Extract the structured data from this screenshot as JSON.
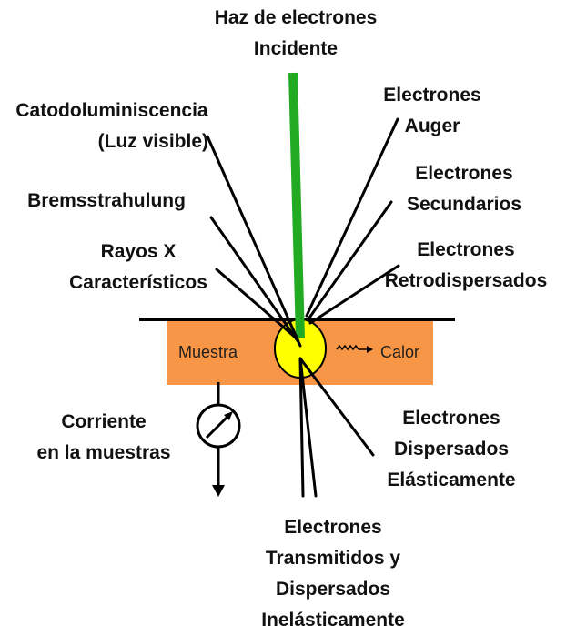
{
  "labels": {
    "beam": [
      "Haz de electrones",
      "Incidente"
    ],
    "auger": [
      "Electrones",
      "Auger"
    ],
    "cathodo": [
      "Catodoluminiscencia",
      "(Luz visible)"
    ],
    "secondary": [
      "Electrones",
      "Secundarios"
    ],
    "brems": [
      "Bremsstrahulung"
    ],
    "xray": [
      "Rayos X",
      "Característicos"
    ],
    "backscattered": [
      "Electrones",
      "Retrodispersados"
    ],
    "current": [
      "Corriente",
      "en la muestras"
    ],
    "elastic": [
      "Electrones",
      "Dispersados",
      "Elásticamente"
    ],
    "transmitted": [
      "Electrones",
      "Transmitidos y",
      "Dispersados",
      "Inelásticamente"
    ],
    "sample": "Muestra",
    "heat": "Calor"
  },
  "colors": {
    "beam": "#22aa22",
    "sample_fill": "#f79646",
    "interaction_volume": "#ffff00",
    "line": "#000000"
  },
  "icons": {
    "meter": "ammeter-icon",
    "heat": "wavy-arrow-icon"
  }
}
